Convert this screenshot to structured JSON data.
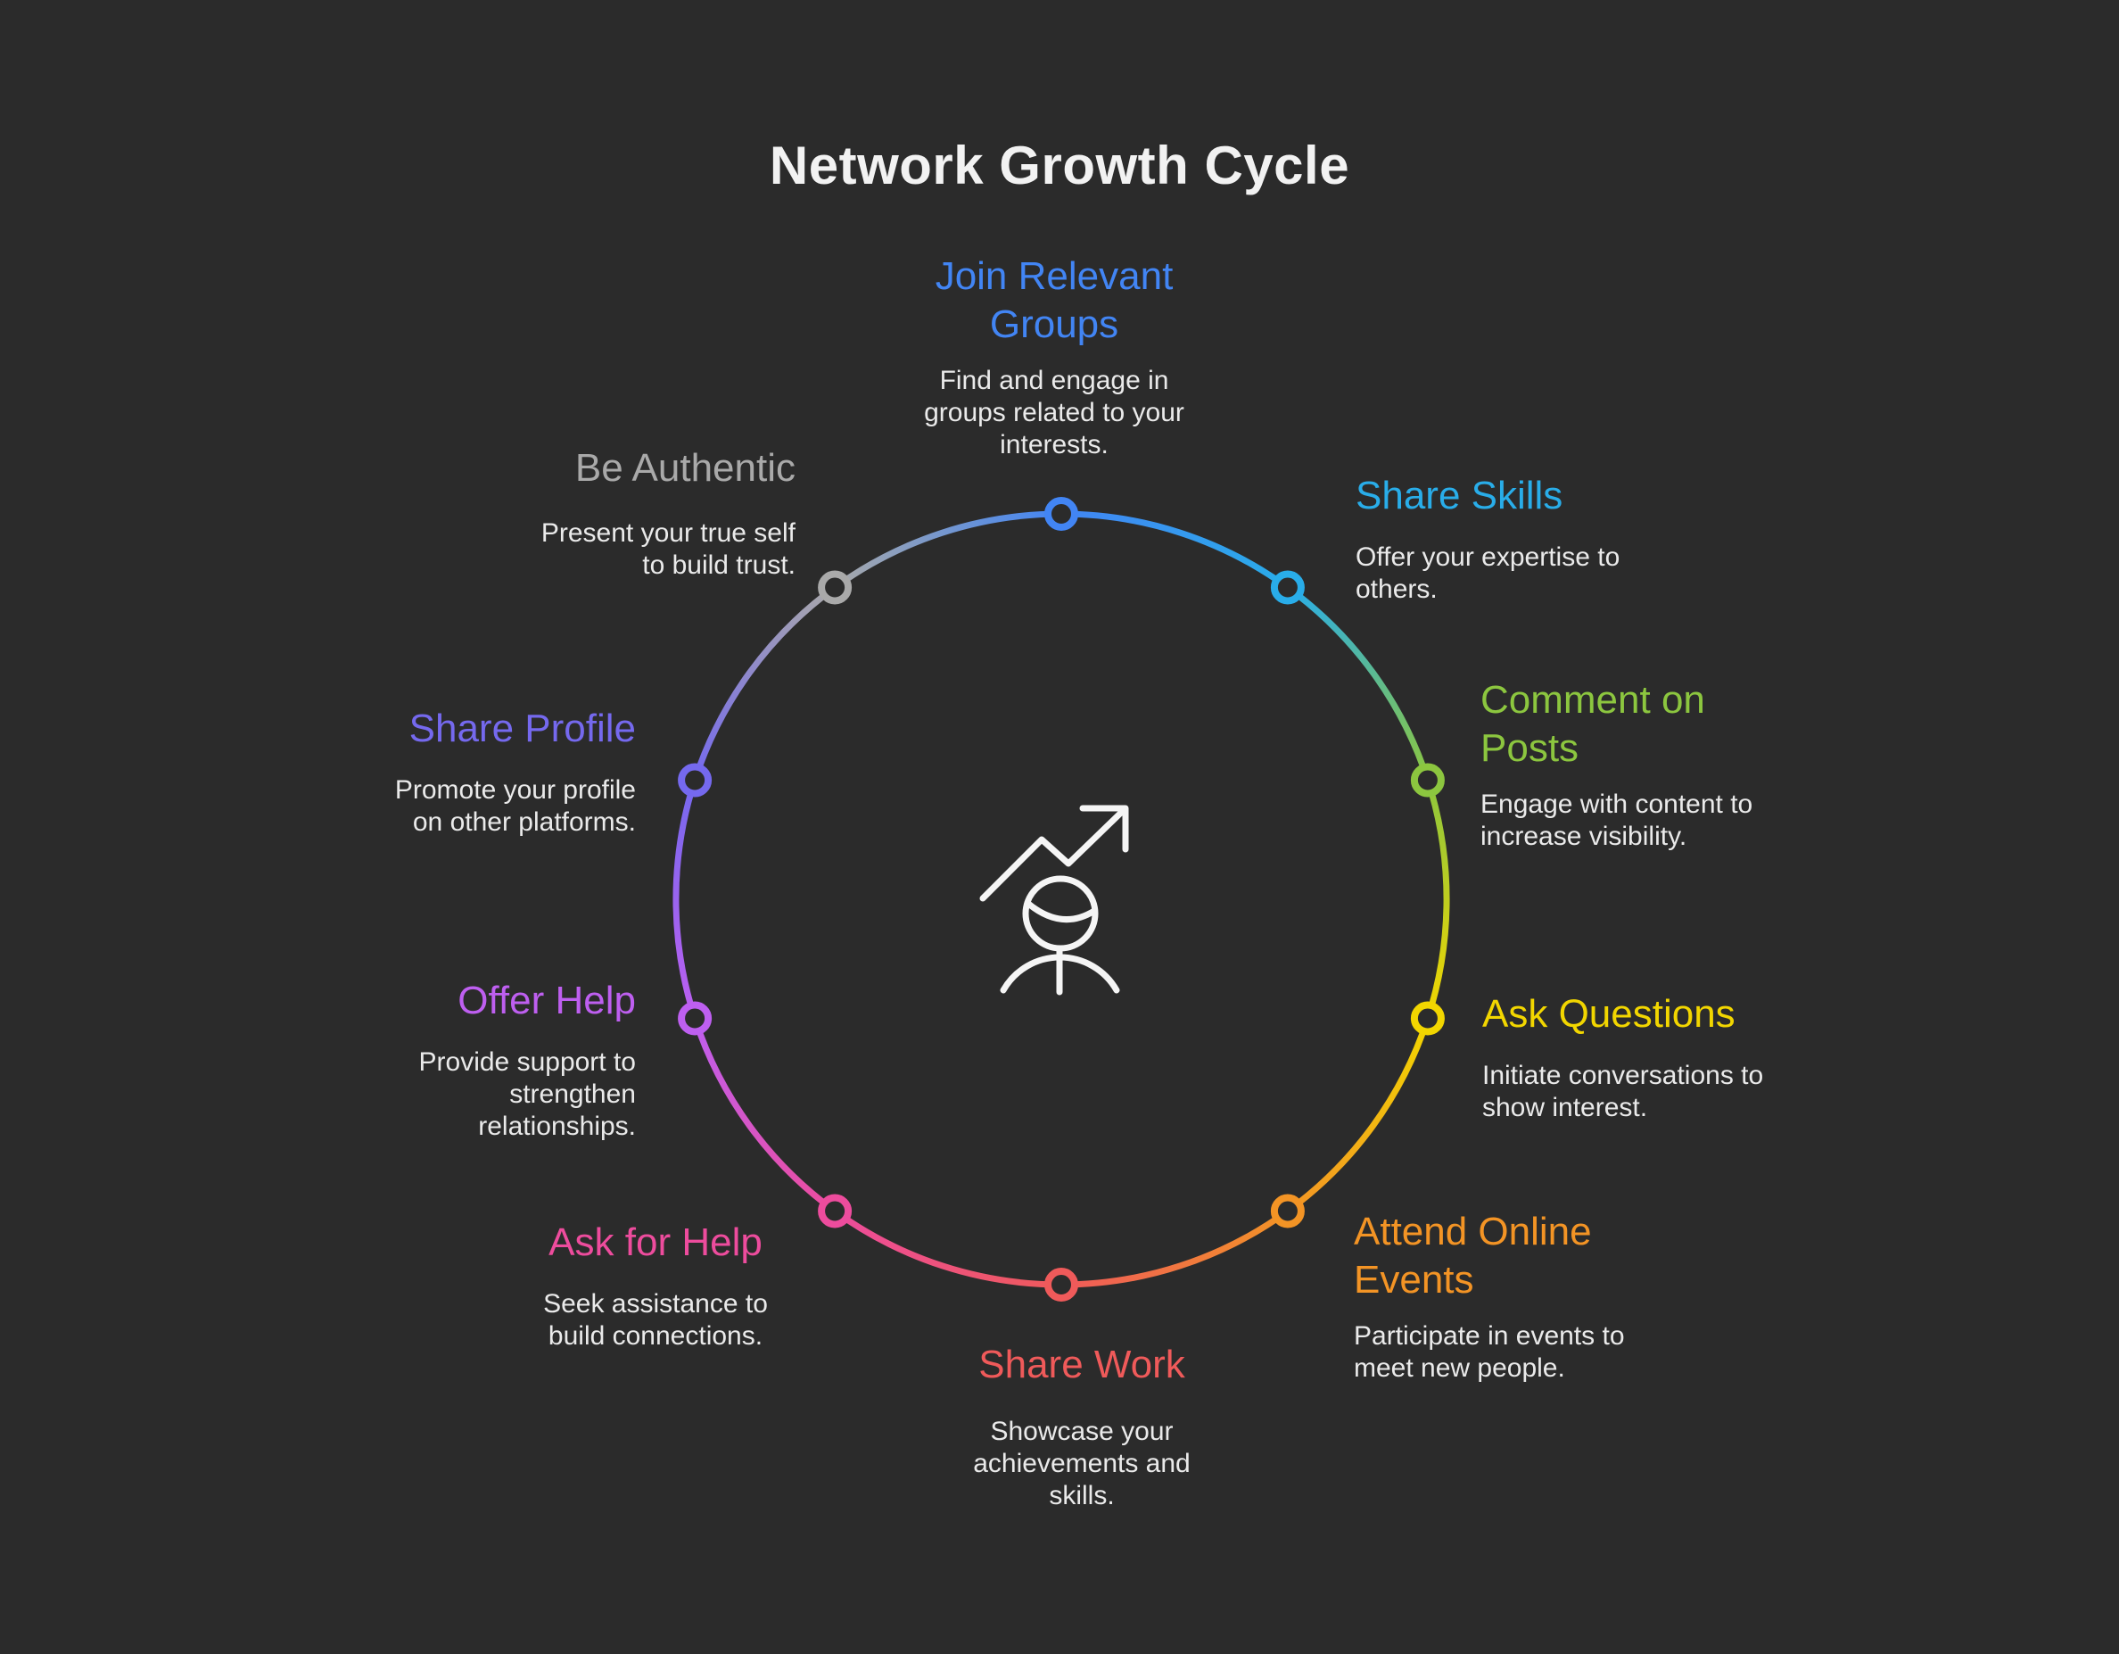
{
  "page": {
    "title": "Network Growth Cycle",
    "background": "#2B2B2B",
    "title_color": "#F2F2F2",
    "description_color": "#EAEAEA"
  },
  "center_icon": {
    "name": "person-growth-icon",
    "color": "#F5F5F5"
  },
  "items": [
    {
      "id": "join-relevant-groups",
      "label": "Join Relevant Groups",
      "description": "Find and engage in groups related to your interests.",
      "color": "#4285F4"
    },
    {
      "id": "share-skills",
      "label": "Share Skills",
      "description": "Offer your expertise to others.",
      "color": "#29ADE9"
    },
    {
      "id": "comment-on-posts",
      "label": "Comment on Posts",
      "description": "Engage with content to increase visibility.",
      "color": "#8CC63F"
    },
    {
      "id": "ask-questions",
      "label": "Ask Questions",
      "description": "Initiate conversations to show interest.",
      "color": "#F2D600"
    },
    {
      "id": "attend-online-events",
      "label": "Attend Online Events",
      "description": "Participate in events to meet new people.",
      "color": "#F39425"
    },
    {
      "id": "share-work",
      "label": "Share Work",
      "description": "Showcase your achievements and skills.",
      "color": "#EF5A5A"
    },
    {
      "id": "ask-for-help",
      "label": "Ask for Help",
      "description": "Seek assistance to build connections.",
      "color": "#ED4C9D"
    },
    {
      "id": "offer-help",
      "label": "Offer Help",
      "description": "Provide support to strengthen relationships.",
      "color": "#BE5FF0"
    },
    {
      "id": "share-profile",
      "label": "Share Profile",
      "description": "Promote your profile on other platforms.",
      "color": "#7569EE"
    },
    {
      "id": "be-authentic",
      "label": "Be Authentic",
      "description": "Present your true self to build trust.",
      "color": "#A9A9A9"
    }
  ]
}
